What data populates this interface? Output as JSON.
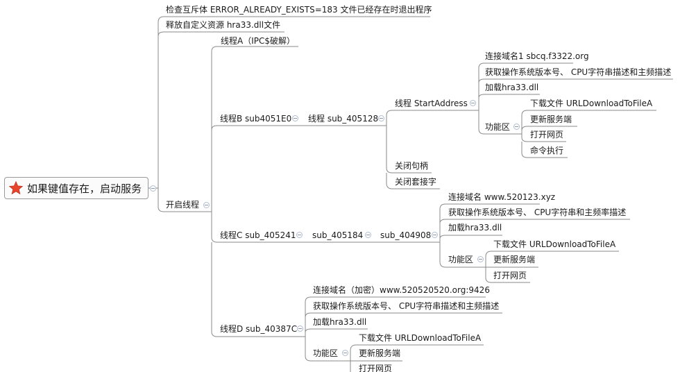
{
  "root": {
    "icon": "star-icon",
    "label": "如果键值存在，启动服务"
  },
  "branches": {
    "check_mutex": "检查互斥体 ERROR_ALREADY_EXISTS=183 文件已经存在时退出程序",
    "release_resource": "释放自定义资源 hra33.dll文件",
    "start_threads": "开启线程",
    "thread_a": "线程A（IPC$破解）",
    "thread_b": "线程B sub4051E0",
    "thread_b_sub": "线程 sub_405128",
    "thread_b_start": "线程 StartAddress",
    "b_connect": "连接域名1 sbcq.f3322.org",
    "b_sysinfo": "获取操作系统版本号、 CPU字符串描述和主频描述",
    "b_load_dll": "加载hra33.dll",
    "b_func": "功能区",
    "b_download": "下载文件 URLDownloadToFileA",
    "b_update": "更新服务端",
    "b_open_web": "打开网页",
    "b_cmd": "命令执行",
    "b_close_handle": "关闭句柄",
    "b_close_socket": "关闭套接字",
    "thread_c": "线程C sub_405241",
    "c_sub1": "sub_405184",
    "c_sub2": "sub_404908",
    "c_connect": "连接域名  www.520123.xyz",
    "c_sysinfo": "获取操作系统版本号、 CPU字符串和主频率描述",
    "c_load_dll": "加载hra33.dll",
    "c_func": "功能区",
    "c_download": "下载文件 URLDownloadToFileA",
    "c_update": "更新服务端",
    "c_open_web": "打开网页",
    "thread_d": "线程D sub_40387C",
    "d_connect": "连接域名（加密）www.520520520.org:9426",
    "d_sysinfo": "获取操作系统版本号、 CPU字符串描述和主频描述",
    "d_load_dll": "加载hra33.dll",
    "d_func": "功能区",
    "d_download": "下载文件 URLDownloadToFileA",
    "d_update": "更新服务端",
    "d_open_web": "打开网页"
  },
  "colors": {
    "line": "#8a8a8a",
    "star": "#e8452c",
    "toggle_border": "#b0bcd0"
  }
}
